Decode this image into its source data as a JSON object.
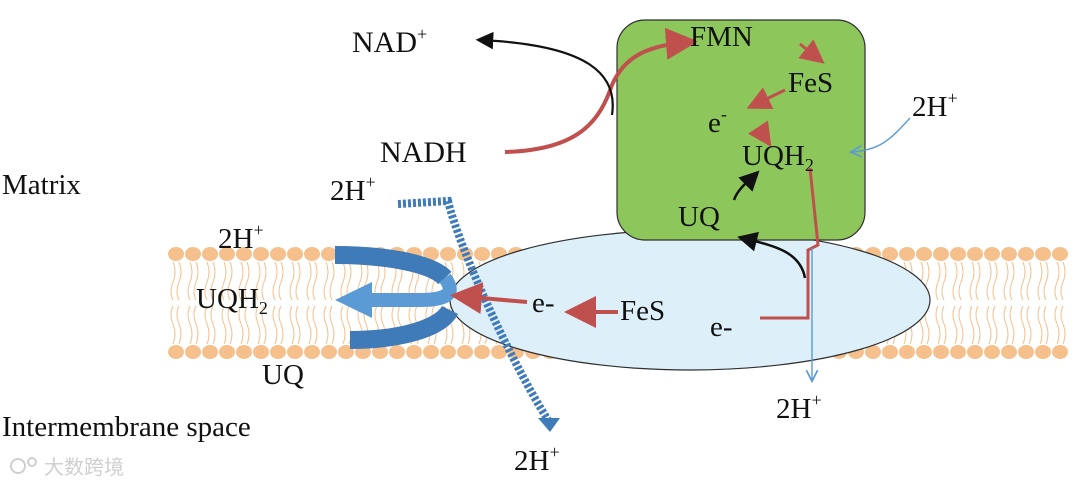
{
  "labels": {
    "nad_plus": "NAD",
    "nad_plus_sup": "+",
    "nadh": "NADH",
    "fmn": "FMN",
    "fes_top": "FeS",
    "e_top": "e",
    "e_top_sup": "-",
    "uqh2_top": "UQH",
    "uqh2_top_sub": "2",
    "uq_top": "UQ",
    "twoh_right_top": "2H",
    "twoh_right_top_sup": "+",
    "matrix": "Matrix",
    "twoh_center_top": "2H",
    "twoh_center_top_sup": "+",
    "twoh_left": "2H",
    "twoh_left_sup": "+",
    "uqh2_left": "UQH",
    "uqh2_left_sub": "2",
    "uq_left": "UQ",
    "e_mid": "e-",
    "fes_mid": "FeS",
    "e_low": "e-",
    "twoh_bottom_right": "2H",
    "twoh_bottom_right_sup": "+",
    "twoh_bottom": "2H",
    "twoh_bottom_sup": "+",
    "intermembrane": "Intermembrane space",
    "watermark": "大数跨境"
  },
  "colors": {
    "complex_green": "#8DC65A",
    "complex_border": "#2F2F2F",
    "oval_fill": "#DDF0FA",
    "membrane_orange": "#F6C08C",
    "arrow_red": "#C0504D",
    "arrow_blue": "#3F7AB9",
    "arrow_black": "#111111",
    "thin_blue": "#5B9BD5"
  }
}
